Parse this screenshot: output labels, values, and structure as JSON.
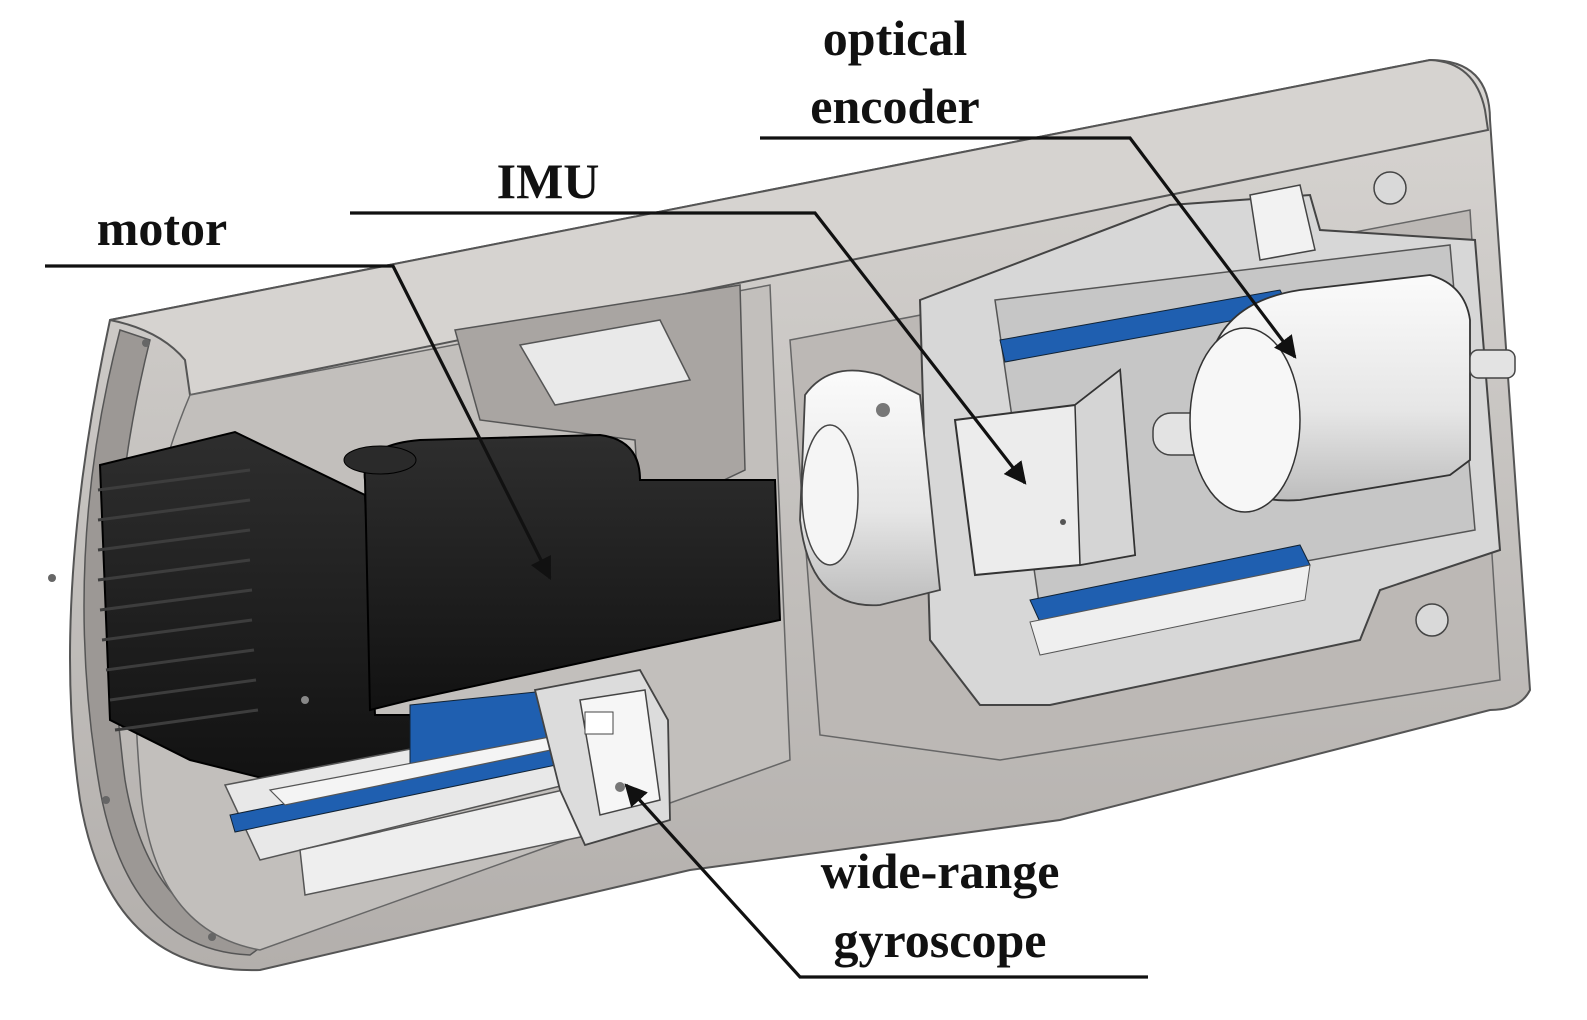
{
  "labels": {
    "optical_line1": "optical",
    "optical_line2": "encoder",
    "imu": "IMU",
    "motor": "motor",
    "gyro_line1": "wide-range",
    "gyro_line2": "gyroscope"
  },
  "colors": {
    "housing": "#c9c6c3",
    "housing_light": "#e4e2df",
    "housing_dark": "#8f8b88",
    "motor_body": "#1d1d1d",
    "pcb_blue": "#1f5fb0",
    "metal_light": "#f1f1f1",
    "ink": "#111111"
  }
}
